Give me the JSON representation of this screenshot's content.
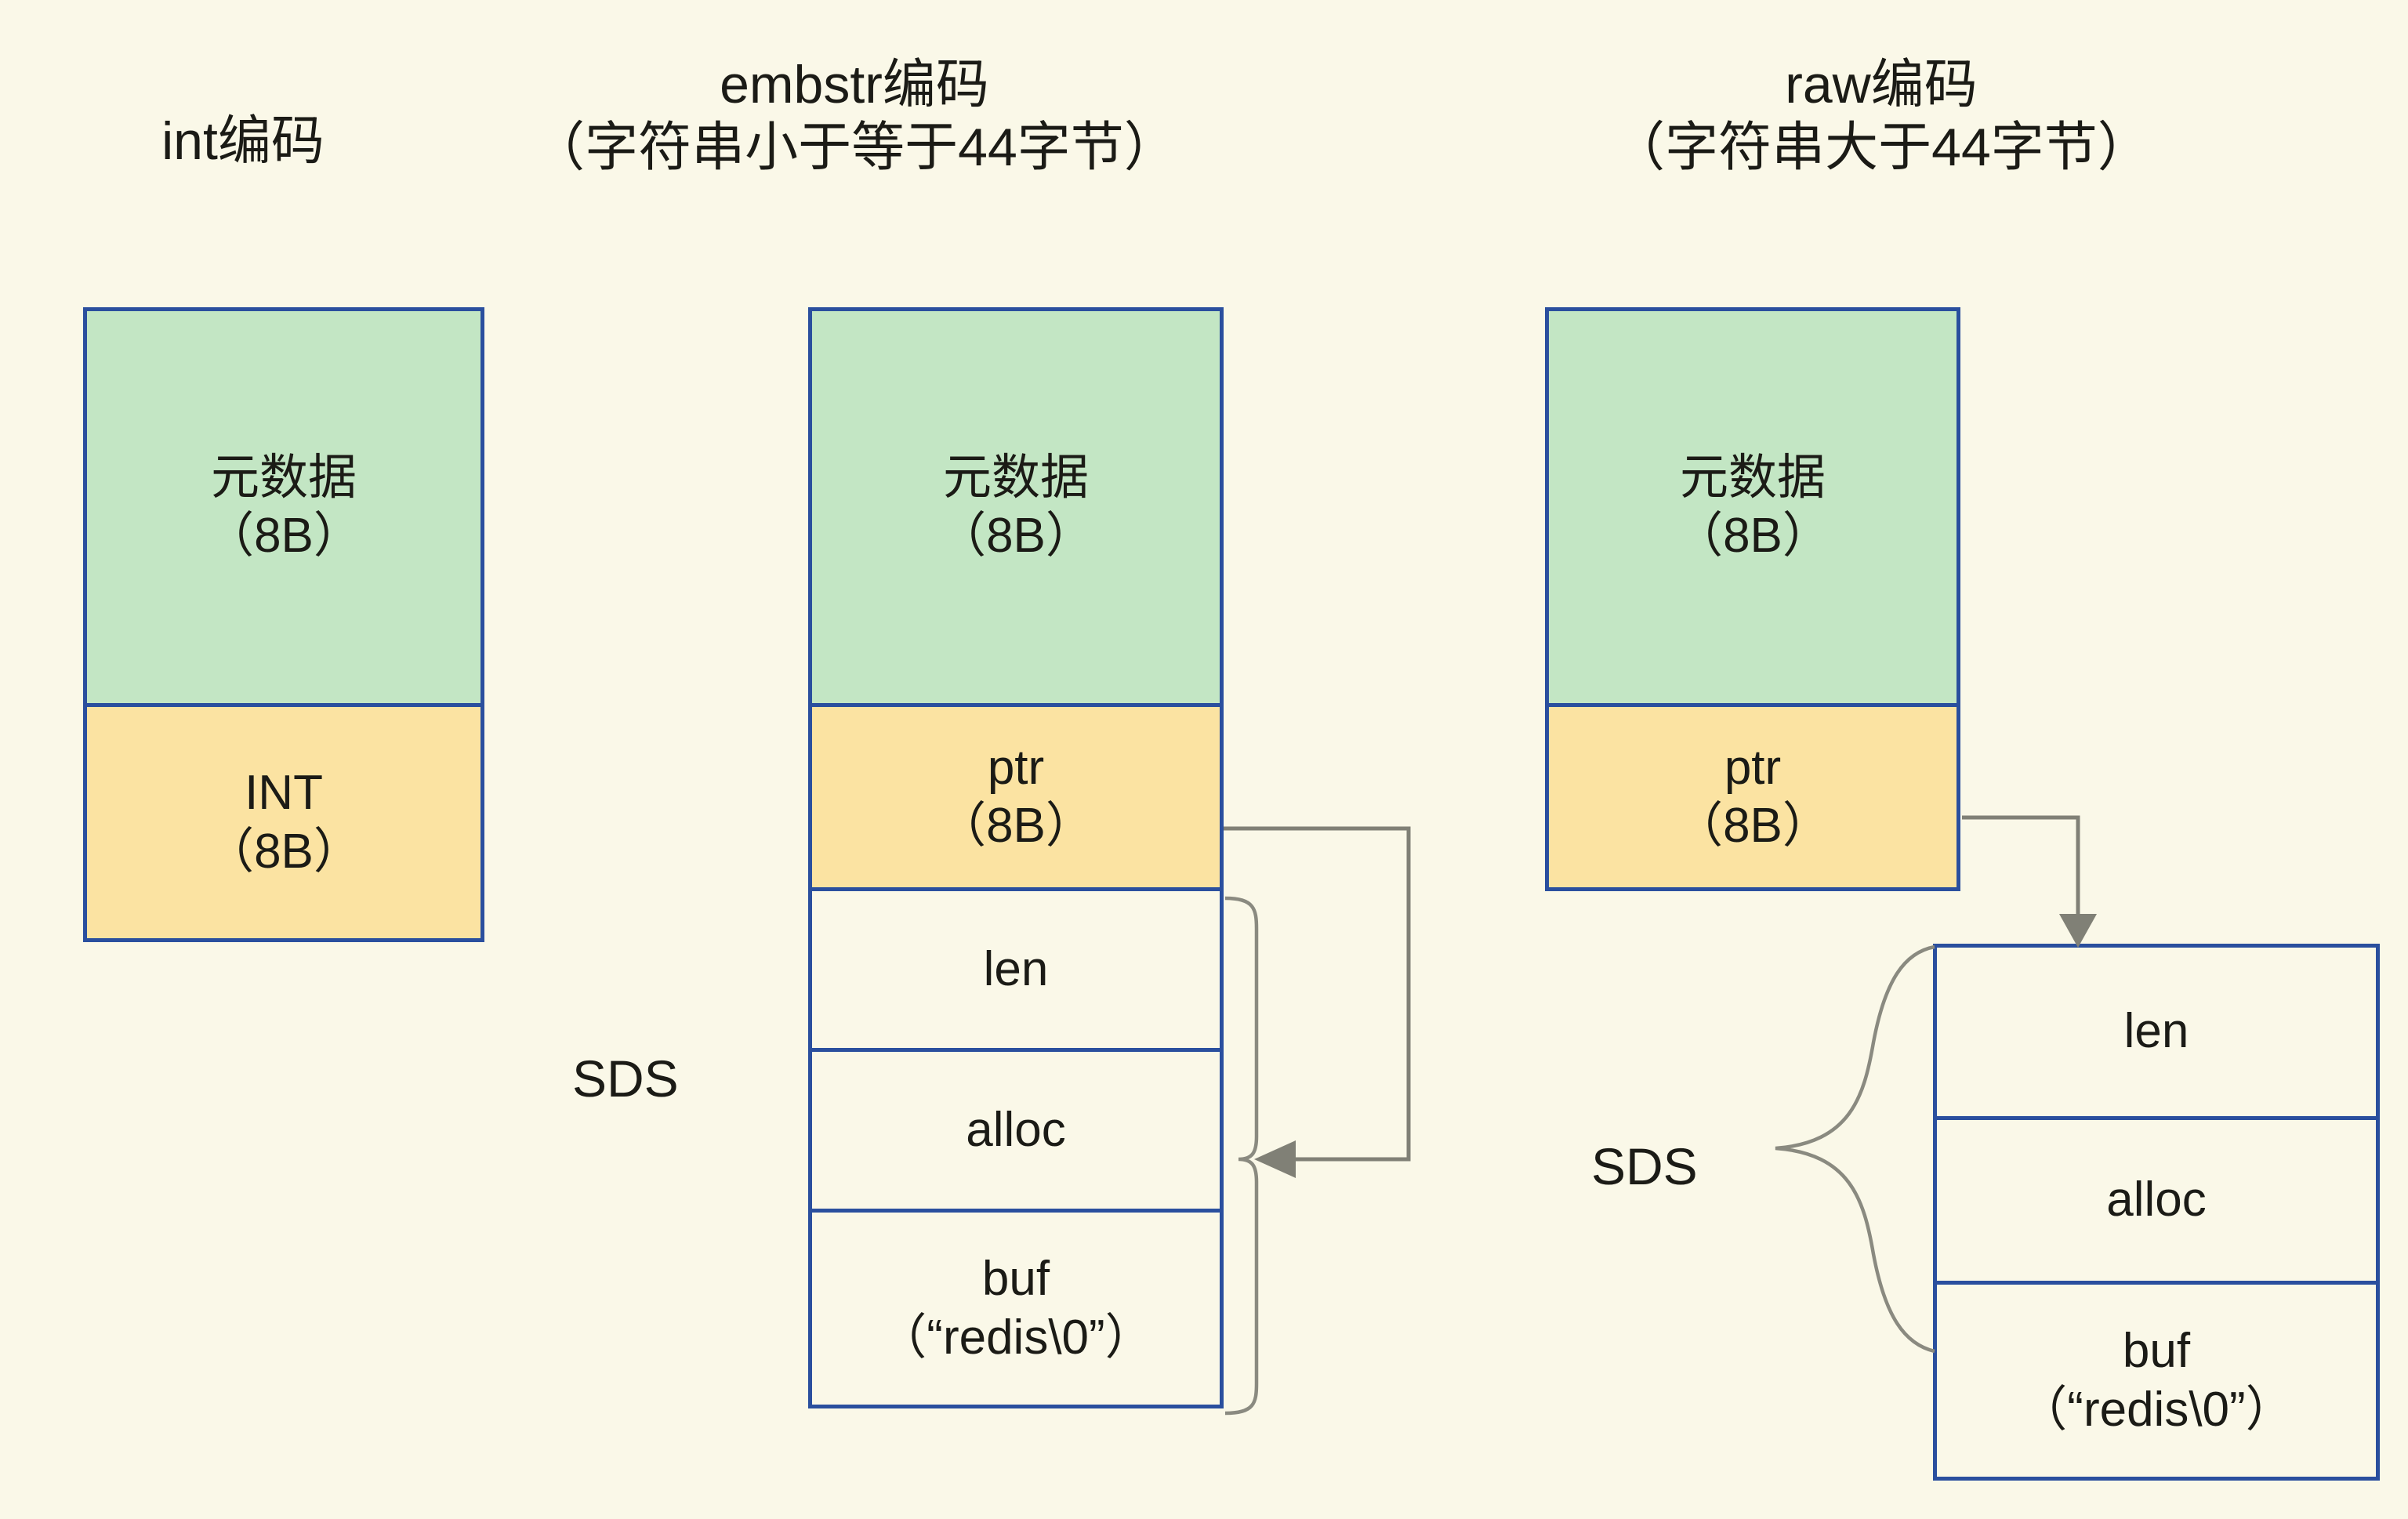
{
  "background_color": "#faf8e8",
  "border_color": "#2a4f9e",
  "metadata_fill": "#c3e6c4",
  "pointer_fill": "#fbe3a2",
  "connector_color": "#808076",
  "columns": [
    {
      "id": "int",
      "title_line1": "int编码",
      "title_line2": "",
      "cells": [
        {
          "name": "metadata",
          "label": "元数据",
          "sub": "（8B）",
          "fill": "green"
        },
        {
          "name": "int-value",
          "label": "INT",
          "sub": "（8B）",
          "fill": "yellow"
        }
      ]
    },
    {
      "id": "embstr",
      "title_line1": "embstr编码",
      "title_line2": "（字符串小于等于44字节）",
      "sds_label": "SDS",
      "cells": [
        {
          "name": "metadata",
          "label": "元数据",
          "sub": "（8B）",
          "fill": "green"
        },
        {
          "name": "pointer",
          "label": "ptr",
          "sub": "（8B）",
          "fill": "yellow"
        },
        {
          "name": "sds-len",
          "label": "len",
          "sub": "",
          "fill": "plain"
        },
        {
          "name": "sds-alloc",
          "label": "alloc",
          "sub": "",
          "fill": "plain"
        },
        {
          "name": "sds-buf",
          "label": "buf",
          "sub": "（“redis\\0”）",
          "fill": "plain"
        }
      ]
    },
    {
      "id": "raw",
      "title_line1": "raw编码",
      "title_line2": "（字符串大于44字节）",
      "sds_label": "SDS",
      "cells": [
        {
          "name": "metadata",
          "label": "元数据",
          "sub": "（8B）",
          "fill": "green"
        },
        {
          "name": "pointer",
          "label": "ptr",
          "sub": "（8B）",
          "fill": "yellow"
        }
      ],
      "sds_cells": [
        {
          "name": "sds-len",
          "label": "len",
          "sub": "",
          "fill": "plain"
        },
        {
          "name": "sds-alloc",
          "label": "alloc",
          "sub": "",
          "fill": "plain"
        },
        {
          "name": "sds-buf",
          "label": "buf",
          "sub": "（“redis\\0”）",
          "fill": "plain"
        }
      ]
    }
  ]
}
